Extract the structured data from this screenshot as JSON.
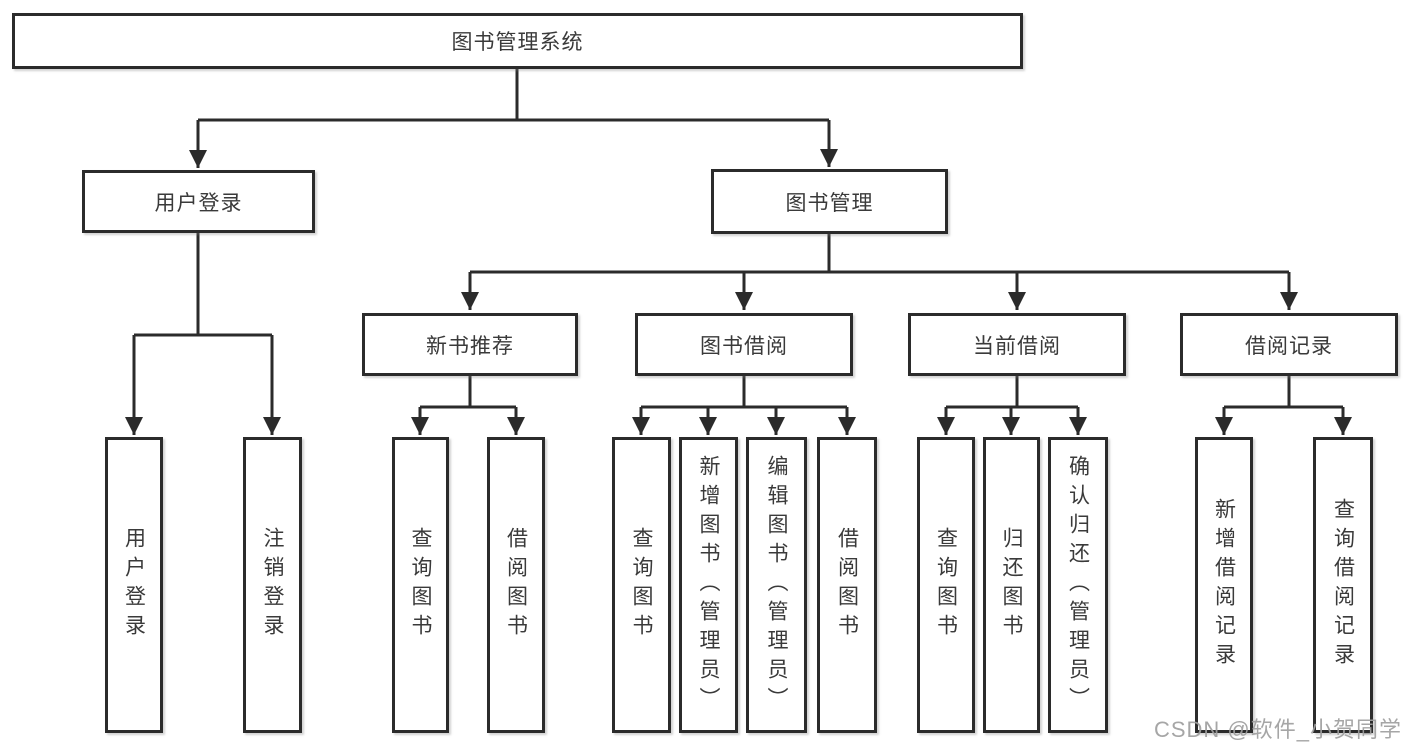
{
  "watermark": "CSDN @软件_小贺同学",
  "nodes": {
    "root": {
      "label": "图书管理系统"
    },
    "user_login": {
      "label": "用户登录"
    },
    "book_management": {
      "label": "图书管理"
    },
    "new_book_recommend": {
      "label": "新书推荐"
    },
    "book_borrow": {
      "label": "图书借阅"
    },
    "current_borrow": {
      "label": "当前借阅"
    },
    "borrow_records": {
      "label": "借阅记录"
    },
    "leaves": [
      {
        "label": "用户登录"
      },
      {
        "label": "注销登录"
      },
      {
        "label": "查询图书"
      },
      {
        "label": "借阅图书"
      },
      {
        "label": "查询图书"
      },
      {
        "label": "新增图书（管理员）"
      },
      {
        "label": "编辑图书（管理员）"
      },
      {
        "label": "借阅图书"
      },
      {
        "label": "查询图书"
      },
      {
        "label": "归还图书"
      },
      {
        "label": "确认归还（管理员）"
      },
      {
        "label": "新增借阅记录"
      },
      {
        "label": "查询借阅记录"
      }
    ]
  }
}
